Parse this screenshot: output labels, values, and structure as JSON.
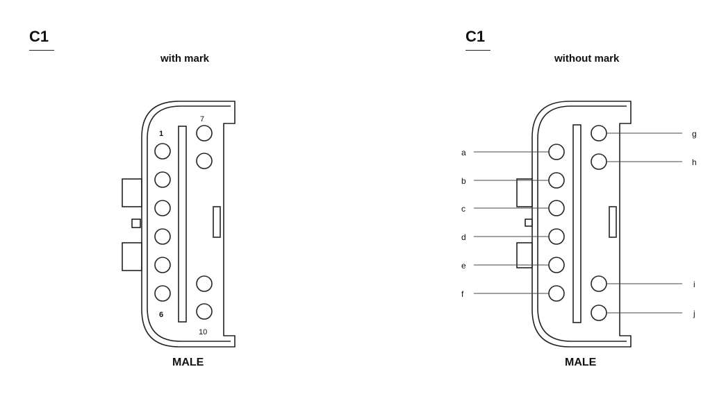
{
  "left": {
    "title": "C1",
    "subtitle": "with mark",
    "footer": "MALE",
    "pin_numbers": {
      "first": "1",
      "sixth": "6",
      "seventh": "7",
      "tenth": "10"
    }
  },
  "right": {
    "title": "C1",
    "subtitle": "without mark",
    "footer": "MALE",
    "left_pin_labels": [
      "a",
      "b",
      "c",
      "d",
      "e",
      "f"
    ],
    "right_pin_labels": [
      "g",
      "h",
      "i",
      "j"
    ]
  }
}
